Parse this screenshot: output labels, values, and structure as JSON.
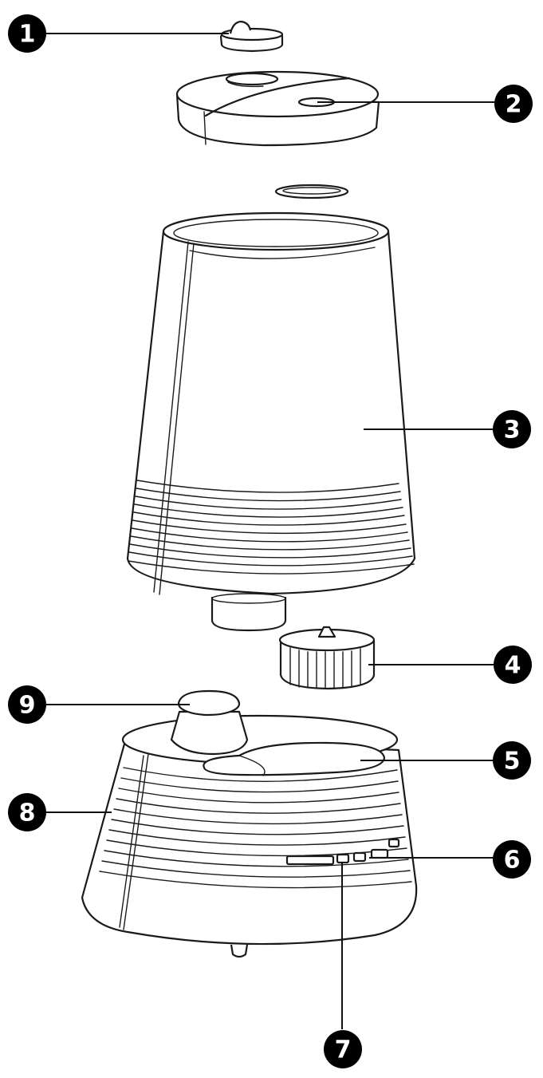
{
  "callouts": [
    {
      "id": "1",
      "label": "1"
    },
    {
      "id": "2",
      "label": "2"
    },
    {
      "id": "3",
      "label": "3"
    },
    {
      "id": "4",
      "label": "4"
    },
    {
      "id": "5",
      "label": "5"
    },
    {
      "id": "6",
      "label": "6"
    },
    {
      "id": "7",
      "label": "7"
    },
    {
      "id": "8",
      "label": "8"
    },
    {
      "id": "9",
      "label": "9"
    }
  ],
  "colors": {
    "line": "#1a1a1a",
    "badge": "#000000",
    "background": "#ffffff"
  }
}
